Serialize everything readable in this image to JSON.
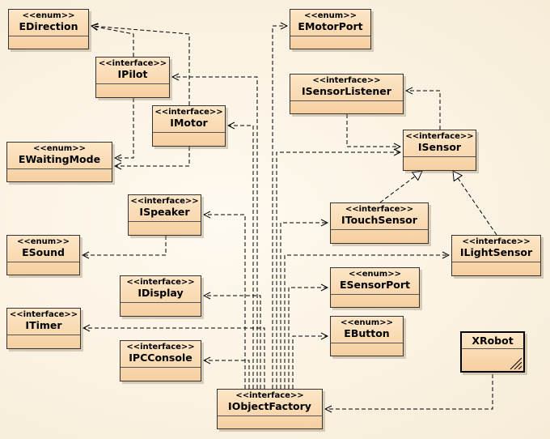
{
  "diagram": {
    "nodes": [
      {
        "id": "EDirection",
        "stereotype": "<<enum>>",
        "name": "EDirection"
      },
      {
        "id": "EMotorPort",
        "stereotype": "<<enum>>",
        "name": "EMotorPort"
      },
      {
        "id": "IPilot",
        "stereotype": "<<interface>>",
        "name": "IPilot"
      },
      {
        "id": "ISensorListener",
        "stereotype": "<<interface>>",
        "name": "ISensorListener"
      },
      {
        "id": "IMotor",
        "stereotype": "<<interface>>",
        "name": "IMotor"
      },
      {
        "id": "ISensor",
        "stereotype": "<<interface>>",
        "name": "ISensor"
      },
      {
        "id": "EWaitingMode",
        "stereotype": "<<enum>>",
        "name": "EWaitingMode"
      },
      {
        "id": "ISpeaker",
        "stereotype": "<<interface>>",
        "name": "ISpeaker"
      },
      {
        "id": "ITouchSensor",
        "stereotype": "<<interface>>",
        "name": "ITouchSensor"
      },
      {
        "id": "ESound",
        "stereotype": "<<enum>>",
        "name": "ESound"
      },
      {
        "id": "ILightSensor",
        "stereotype": "<<interface>>",
        "name": "ILightSensor"
      },
      {
        "id": "IDisplay",
        "stereotype": "<<interface>>",
        "name": "IDisplay"
      },
      {
        "id": "ESensorPort",
        "stereotype": "<<enum>>",
        "name": "ESensorPort"
      },
      {
        "id": "ITimer",
        "stereotype": "<<interface>>",
        "name": "ITimer"
      },
      {
        "id": "EButton",
        "stereotype": "<<enum>>",
        "name": "EButton"
      },
      {
        "id": "IPCConsole",
        "stereotype": "<<interface>>",
        "name": "IPCConsole"
      },
      {
        "id": "XRobot",
        "stereotype": "",
        "name": "XRobot"
      },
      {
        "id": "IObjectFactory",
        "stereotype": "<<interface>>",
        "name": "IObjectFactory"
      }
    ],
    "edges": [
      {
        "from": "IPilot",
        "to": "EDirection",
        "kind": "dependency"
      },
      {
        "from": "IMotor",
        "to": "EDirection",
        "kind": "dependency"
      },
      {
        "from": "IPilot",
        "to": "EWaitingMode",
        "kind": "dependency"
      },
      {
        "from": "IMotor",
        "to": "EWaitingMode",
        "kind": "dependency"
      },
      {
        "from": "ISensorListener",
        "to": "ISensor",
        "kind": "dependency"
      },
      {
        "from": "ISensor",
        "to": "ISensorListener",
        "kind": "dependency"
      },
      {
        "from": "ITouchSensor",
        "to": "ISensor",
        "kind": "realization"
      },
      {
        "from": "ILightSensor",
        "to": "ISensor",
        "kind": "realization"
      },
      {
        "from": "ISpeaker",
        "to": "ESound",
        "kind": "dependency"
      },
      {
        "from": "IObjectFactory",
        "to": "EMotorPort",
        "kind": "dependency"
      },
      {
        "from": "IObjectFactory",
        "to": "IPilot",
        "kind": "dependency"
      },
      {
        "from": "IObjectFactory",
        "to": "IMotor",
        "kind": "dependency"
      },
      {
        "from": "IObjectFactory",
        "to": "ISensor",
        "kind": "dependency"
      },
      {
        "from": "IObjectFactory",
        "to": "ISpeaker",
        "kind": "dependency"
      },
      {
        "from": "IObjectFactory",
        "to": "ITouchSensor",
        "kind": "dependency"
      },
      {
        "from": "IObjectFactory",
        "to": "ILightSensor",
        "kind": "dependency"
      },
      {
        "from": "IObjectFactory",
        "to": "IDisplay",
        "kind": "dependency"
      },
      {
        "from": "IObjectFactory",
        "to": "ESensorPort",
        "kind": "dependency"
      },
      {
        "from": "IObjectFactory",
        "to": "ITimer",
        "kind": "dependency"
      },
      {
        "from": "IObjectFactory",
        "to": "EButton",
        "kind": "dependency"
      },
      {
        "from": "IObjectFactory",
        "to": "IPCConsole",
        "kind": "dependency"
      },
      {
        "from": "XRobot",
        "to": "IObjectFactory",
        "kind": "dependency"
      }
    ]
  }
}
